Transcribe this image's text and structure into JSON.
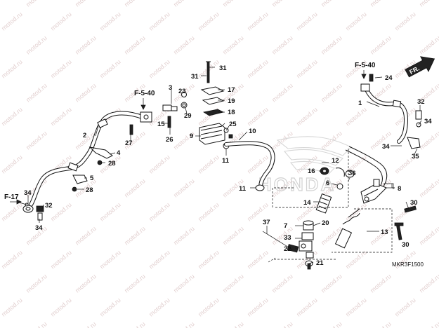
{
  "watermark": "motod.ru",
  "brand_outline": "HONDA",
  "diagram_code": "MKR3F1500",
  "front_arrow": "FR.",
  "ref_labels": {
    "r1": "F-5-40",
    "r2": "F-5-40",
    "r3": "F-17"
  },
  "callouts": {
    "c1": "1",
    "c2": "2",
    "c3": "3",
    "c4": "4",
    "c5": "5",
    "c6": "6",
    "c7": "7",
    "c8": "8",
    "c9": "9",
    "c10": "10",
    "c11a": "11",
    "c11b": "11",
    "c12": "12",
    "c13": "13",
    "c14": "14",
    "c15": "15",
    "c16": "16",
    "c17": "17",
    "c18": "18",
    "c19": "19",
    "c20": "20",
    "c21": "21",
    "c22": "22",
    "c23": "23",
    "c24": "24",
    "c25": "25",
    "c26": "26",
    "c27": "27",
    "c28a": "28",
    "c28b": "28",
    "c29": "29",
    "c30a": "30",
    "c30b": "30",
    "c31a": "31",
    "c31b": "31",
    "c32a": "32",
    "c32b": "32",
    "c33": "33",
    "c34a": "34",
    "c34b": "34",
    "c34c": "34",
    "c34d": "34",
    "c35": "35",
    "c36": "36",
    "c37": "37"
  }
}
